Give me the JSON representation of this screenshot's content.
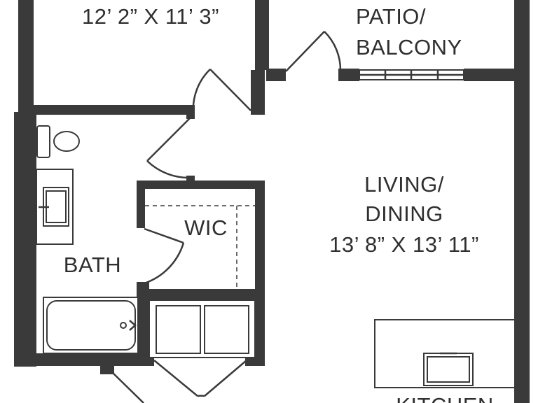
{
  "rooms": {
    "bedroom_dims": "12’ 2” X 11’ 3”",
    "patio_line1": "PATIO/",
    "patio_line2": "BALCONY",
    "living_line1": "LIVING/",
    "living_line2": "DINING",
    "living_dims": "13’ 8” X 13’ 11”",
    "wic": "WIC",
    "bath": "BATH",
    "kitchen": "KITCHEN"
  },
  "colors": {
    "wall": "#3a3a3a",
    "text": "#2f2f2f",
    "background": "#ffffff"
  }
}
